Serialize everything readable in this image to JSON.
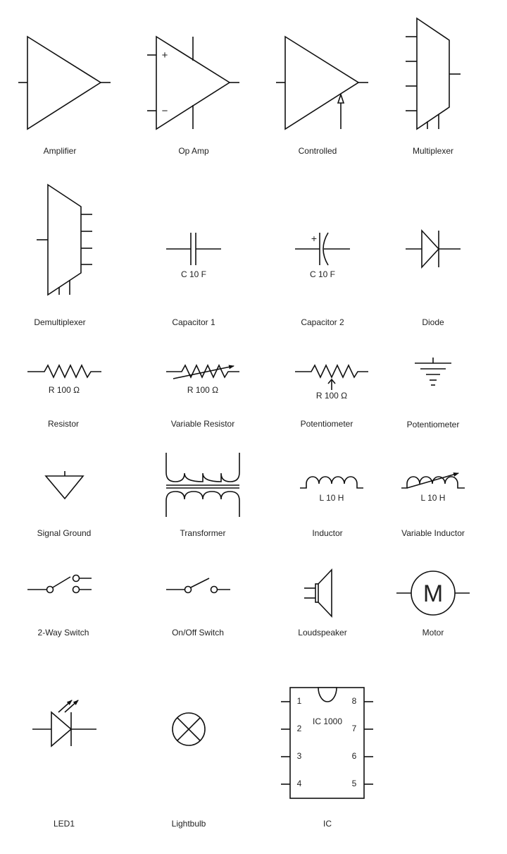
{
  "sheet": {
    "background": "#ffffff",
    "stroke_color": "#111111",
    "text_color": "#222222"
  },
  "symbols": {
    "amplifier": {
      "caption": "Amplifier"
    },
    "op_amp": {
      "caption": "Op Amp",
      "plus": "+",
      "minus": "−"
    },
    "controlled": {
      "caption": "Controlled"
    },
    "multiplexer": {
      "caption": "Multiplexer"
    },
    "demultiplexer": {
      "caption": "Demultiplexer"
    },
    "capacitor_1": {
      "caption": "Capacitor 1",
      "value": "C 10 F"
    },
    "capacitor_2": {
      "caption": "Capacitor 2",
      "value": "C 10 F",
      "plus": "+"
    },
    "diode": {
      "caption": "Diode"
    },
    "resistor": {
      "caption": "Resistor",
      "value": "R 100 Ω"
    },
    "variable_resistor": {
      "caption": "Variable Resistor",
      "value": "R 100 Ω"
    },
    "potentiometer": {
      "caption": "Potentiometer",
      "value": "R 100 Ω"
    },
    "ground": {
      "caption": "Potentiometer"
    },
    "signal_ground": {
      "caption": "Signal Ground"
    },
    "transformer": {
      "caption": "Transformer"
    },
    "inductor": {
      "caption": "Inductor",
      "value": "L 10 H"
    },
    "variable_inductor": {
      "caption": "Variable Inductor",
      "value": "L 10 H"
    },
    "two_way_switch": {
      "caption": "2-Way Switch"
    },
    "on_off_switch": {
      "caption": "On/Off Switch"
    },
    "loudspeaker": {
      "caption": "Loudspeaker"
    },
    "motor": {
      "caption": "Motor",
      "letter": "M"
    },
    "led": {
      "caption": "LED1"
    },
    "lightbulb": {
      "caption": "Lightbulb"
    },
    "ic": {
      "caption": "IC",
      "label": "IC 1000",
      "pins": {
        "p1": "1",
        "p2": "2",
        "p3": "3",
        "p4": "4",
        "p5": "5",
        "p6": "6",
        "p7": "7",
        "p8": "8"
      }
    }
  }
}
